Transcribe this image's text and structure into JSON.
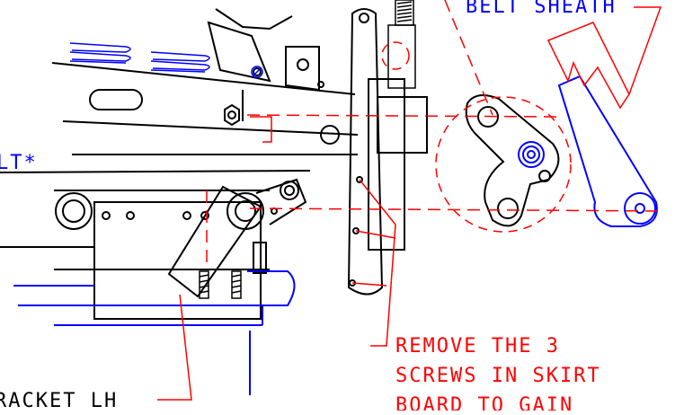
{
  "labels": {
    "top_right": "BELT SHEATH",
    "left_partial": "LT*",
    "bottom_left": "RACKET LH",
    "note_line1": "REMOVE THE 3",
    "note_line2": "SCREWS IN SKIRT",
    "note_line3": "BOARD TO GAIN"
  },
  "colors": {
    "black": "#000000",
    "red": "#ff0000",
    "blue": "#0000ff",
    "background": "#ffffff"
  }
}
